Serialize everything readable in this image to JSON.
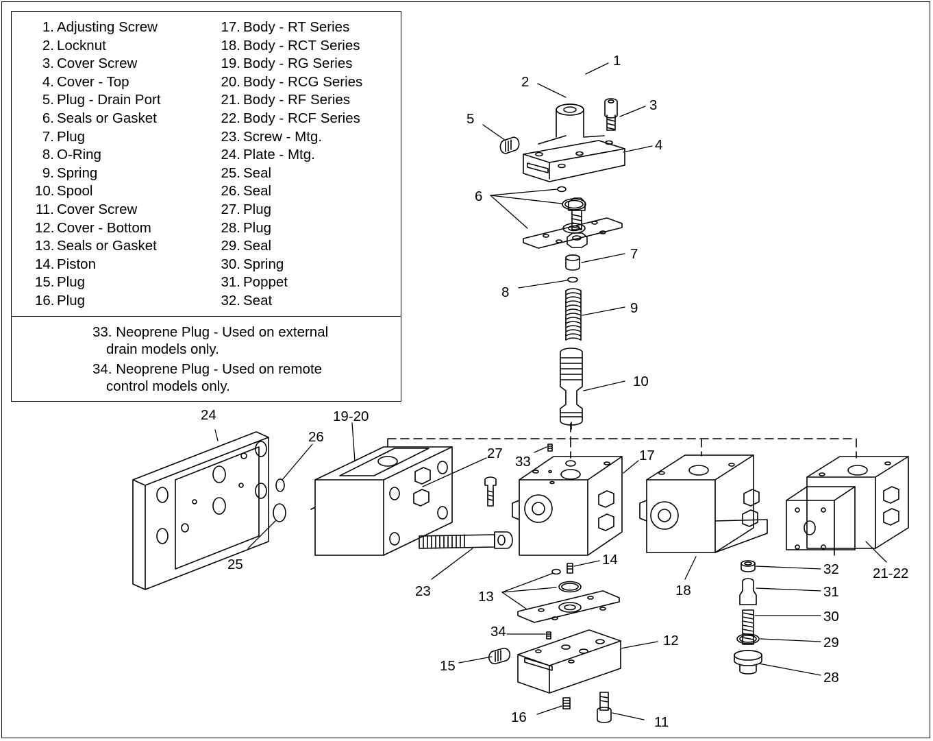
{
  "legend": {
    "items_col1": [
      {
        "num": "1.",
        "label": "Adjusting Screw"
      },
      {
        "num": "2.",
        "label": "Locknut"
      },
      {
        "num": "3.",
        "label": "Cover Screw"
      },
      {
        "num": "4.",
        "label": "Cover - Top"
      },
      {
        "num": "5.",
        "label": "Plug - Drain Port"
      },
      {
        "num": "6.",
        "label": "Seals or Gasket"
      },
      {
        "num": "7.",
        "label": "Plug"
      },
      {
        "num": "8.",
        "label": "O-Ring"
      },
      {
        "num": "9.",
        "label": "Spring"
      },
      {
        "num": "10.",
        "label": "Spool"
      },
      {
        "num": "11.",
        "label": "Cover Screw"
      },
      {
        "num": "12.",
        "label": "Cover - Bottom"
      },
      {
        "num": "13.",
        "label": "Seals or Gasket"
      },
      {
        "num": "14.",
        "label": "Piston"
      },
      {
        "num": "15.",
        "label": "Plug"
      },
      {
        "num": "16.",
        "label": "Plug"
      }
    ],
    "items_col2": [
      {
        "num": "17.",
        "label": "Body - RT Series"
      },
      {
        "num": "18.",
        "label": "Body - RCT Series"
      },
      {
        "num": "19.",
        "label": "Body - RG Series"
      },
      {
        "num": "20.",
        "label": "Body - RCG Series"
      },
      {
        "num": "21.",
        "label": "Body - RF Series"
      },
      {
        "num": "22.",
        "label": "Body - RCF Series"
      },
      {
        "num": "23.",
        "label": "Screw - Mtg."
      },
      {
        "num": "24.",
        "label": "Plate - Mtg."
      },
      {
        "num": "25.",
        "label": "Seal"
      },
      {
        "num": "26.",
        "label": "Seal"
      },
      {
        "num": "27.",
        "label": "Plug"
      },
      {
        "num": "28.",
        "label": "Plug"
      },
      {
        "num": "29.",
        "label": "Seal"
      },
      {
        "num": "30.",
        "label": "Spring"
      },
      {
        "num": "31.",
        "label": "Poppet"
      },
      {
        "num": "32.",
        "label": "Seat"
      }
    ],
    "notes": [
      {
        "num": "33.",
        "line1": "Neoprene Plug - Used on external",
        "line2": "drain models only."
      },
      {
        "num": "34.",
        "line1": "Neoprene Plug - Used on remote",
        "line2": "control models only."
      }
    ]
  },
  "callouts": {
    "c1": "1",
    "c2": "2",
    "c3": "3",
    "c4": "4",
    "c5": "5",
    "c6": "6",
    "c7": "7",
    "c8": "8",
    "c9": "9",
    "c10": "10",
    "c11": "11",
    "c12": "12",
    "c13": "13",
    "c14": "14",
    "c15": "15",
    "c16": "16",
    "c17": "17",
    "c18": "18",
    "c19_20": "19-20",
    "c21_22": "21-22",
    "c23": "23",
    "c24": "24",
    "c25": "25",
    "c26": "26",
    "c27": "27",
    "c28": "28",
    "c29": "29",
    "c30": "30",
    "c31": "31",
    "c32": "32",
    "c33": "33",
    "c34": "34"
  }
}
